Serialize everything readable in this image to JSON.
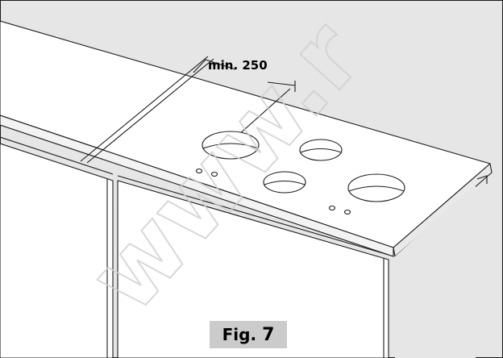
{
  "diagram": {
    "dimension_label": "min. 250",
    "caption_prefix": "Fig.",
    "caption_number": "7",
    "watermark_text": "www.r"
  },
  "colors": {
    "background": "#e6e6e6",
    "line": "#1a1a1a",
    "caption_bg": "#cbcbcb",
    "watermark": "#d2d2d2"
  }
}
